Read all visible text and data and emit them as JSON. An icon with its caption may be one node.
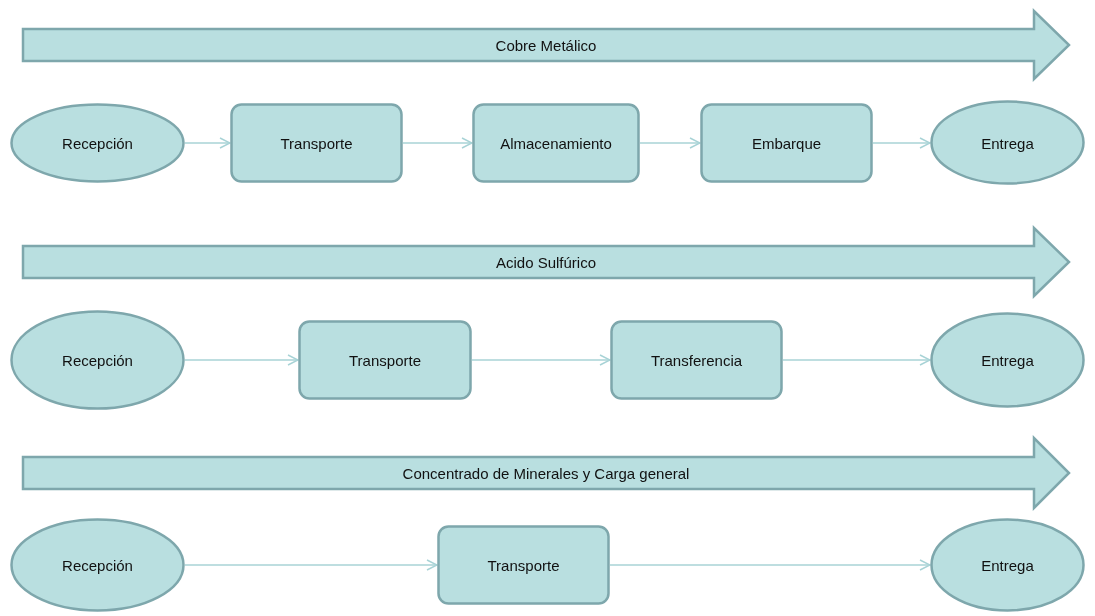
{
  "diagram": {
    "nodes": [
      {
        "text": [
          "Cobre Metálico"
        ]
      },
      {
        "text": [
          "Recepción"
        ]
      },
      {
        "text": [
          "Transporte"
        ]
      },
      {
        "text": [
          "Almacenamiento"
        ]
      },
      {
        "text": [
          "Embarque"
        ]
      },
      {
        "text": [
          "Entrega"
        ]
      },
      {
        "text": [
          "Acido Sulfúrico"
        ]
      },
      {
        "text": [
          "Recepción"
        ]
      },
      {
        "text": [
          "Transporte"
        ]
      },
      {
        "text": [
          "Transferencia"
        ]
      },
      {
        "text": [
          "Entrega"
        ]
      },
      {
        "text": [
          "Concentrado de Minerales y Carga general"
        ]
      },
      {
        "text": [
          "Recepción"
        ]
      },
      {
        "text": [
          "Transporte"
        ]
      },
      {
        "text": [
          "Entrega"
        ]
      }
    ],
    "edges": [
      {
        "from": 1,
        "to": 2,
        "arrow": "to"
      },
      {
        "from": 2,
        "to": 3,
        "arrow": "to"
      },
      {
        "from": 3,
        "to": 4,
        "arrow": "to"
      },
      {
        "from": 4,
        "to": 5,
        "arrow": "to"
      },
      {
        "from": 7,
        "to": 8,
        "arrow": "to"
      },
      {
        "from": 8,
        "to": 9,
        "arrow": "to"
      },
      {
        "from": 9,
        "to": 10,
        "arrow": "to"
      },
      {
        "from": 12,
        "to": 13,
        "arrow": "to"
      },
      {
        "from": 13,
        "to": 14,
        "arrow": "to"
      }
    ]
  }
}
